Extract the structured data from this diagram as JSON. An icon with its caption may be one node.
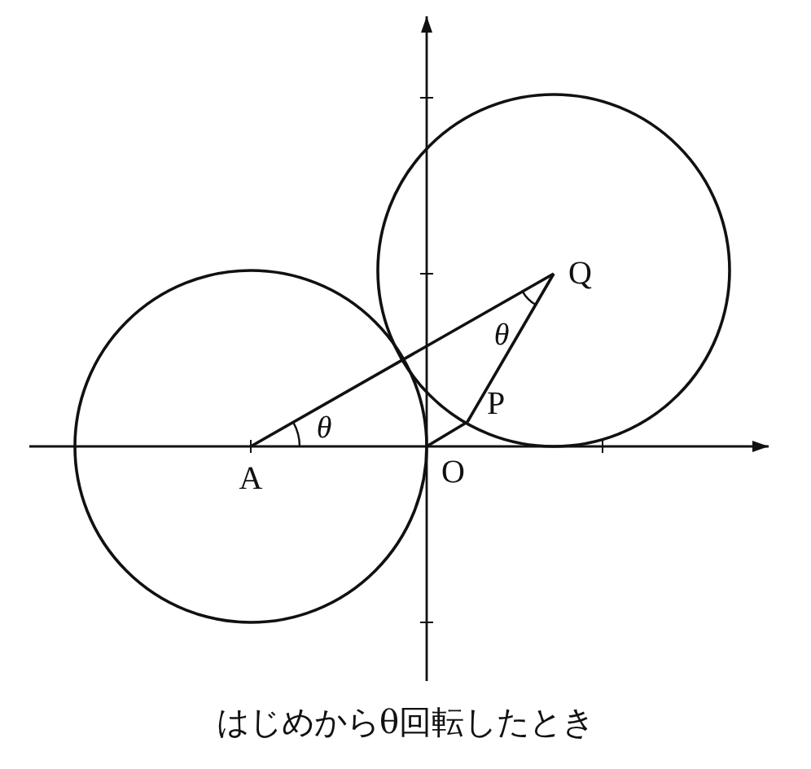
{
  "diagram": {
    "caption": "はじめからθ回転したとき",
    "nodes": [
      {
        "text": [
          "A"
        ]
      },
      {
        "text": [
          "O"
        ]
      },
      {
        "text": [
          "P"
        ]
      },
      {
        "text": [
          "Q"
        ]
      }
    ],
    "edges": [
      {
        "from": 0,
        "to": 3,
        "arrow": "none"
      },
      {
        "from": 1,
        "to": 2,
        "arrow": "none"
      },
      {
        "from": 2,
        "to": 3,
        "arrow": "none"
      }
    ],
    "labels": [
      "θ",
      "θ"
    ]
  }
}
